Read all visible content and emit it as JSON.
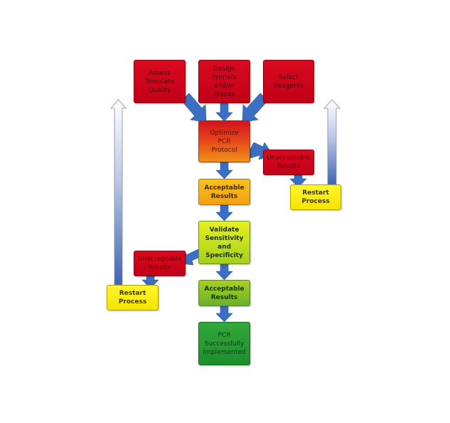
{
  "diagram": {
    "title": "PCR implementation workflow",
    "colors": {
      "arrow_blue": "#3a6fc4",
      "stage_red": "#d0021b",
      "stage_orange": "#f3a012",
      "stage_yellow": "#fff200",
      "stage_lime": "#c6df1e",
      "stage_green": "#1b8f2b"
    },
    "nodes": {
      "assess": {
        "lines": [
          "Assess",
          "Template",
          "Quality"
        ]
      },
      "design": {
        "lines": [
          "Design Primers",
          "and/or",
          "Probes"
        ]
      },
      "select": {
        "lines": [
          "Select",
          "Reagents"
        ]
      },
      "optimize": {
        "lines": [
          "Optimize",
          "PCR",
          "Protocol"
        ]
      },
      "unacceptable_1": {
        "lines": [
          "Unacceptable",
          "Results"
        ]
      },
      "restart_1": {
        "lines": [
          "Restart",
          "Process"
        ]
      },
      "acceptable_1": {
        "lines": [
          "Acceptable",
          "Results"
        ]
      },
      "validate": {
        "lines": [
          "Validate",
          "Sensitivity and",
          "Specificity"
        ]
      },
      "unacceptable_2": {
        "lines": [
          "Unacceptable",
          "Results"
        ]
      },
      "restart_2": {
        "lines": [
          "Restart",
          "Process"
        ]
      },
      "acceptable_2": {
        "lines": [
          "Acceptable",
          "Results"
        ]
      },
      "success": {
        "lines": [
          "PCR",
          "Successfully",
          "Implemented"
        ]
      }
    },
    "edges": [
      {
        "from": "assess",
        "to": "optimize"
      },
      {
        "from": "design",
        "to": "optimize"
      },
      {
        "from": "select",
        "to": "optimize"
      },
      {
        "from": "optimize",
        "to": "unacceptable_1"
      },
      {
        "from": "optimize",
        "to": "acceptable_1"
      },
      {
        "from": "unacceptable_1",
        "to": "restart_1"
      },
      {
        "from": "restart_1",
        "to": "top",
        "style": "restart-loop"
      },
      {
        "from": "acceptable_1",
        "to": "validate"
      },
      {
        "from": "validate",
        "to": "unacceptable_2"
      },
      {
        "from": "validate",
        "to": "acceptable_2"
      },
      {
        "from": "unacceptable_2",
        "to": "restart_2"
      },
      {
        "from": "restart_2",
        "to": "top",
        "style": "restart-loop"
      },
      {
        "from": "acceptable_2",
        "to": "success"
      }
    ]
  }
}
